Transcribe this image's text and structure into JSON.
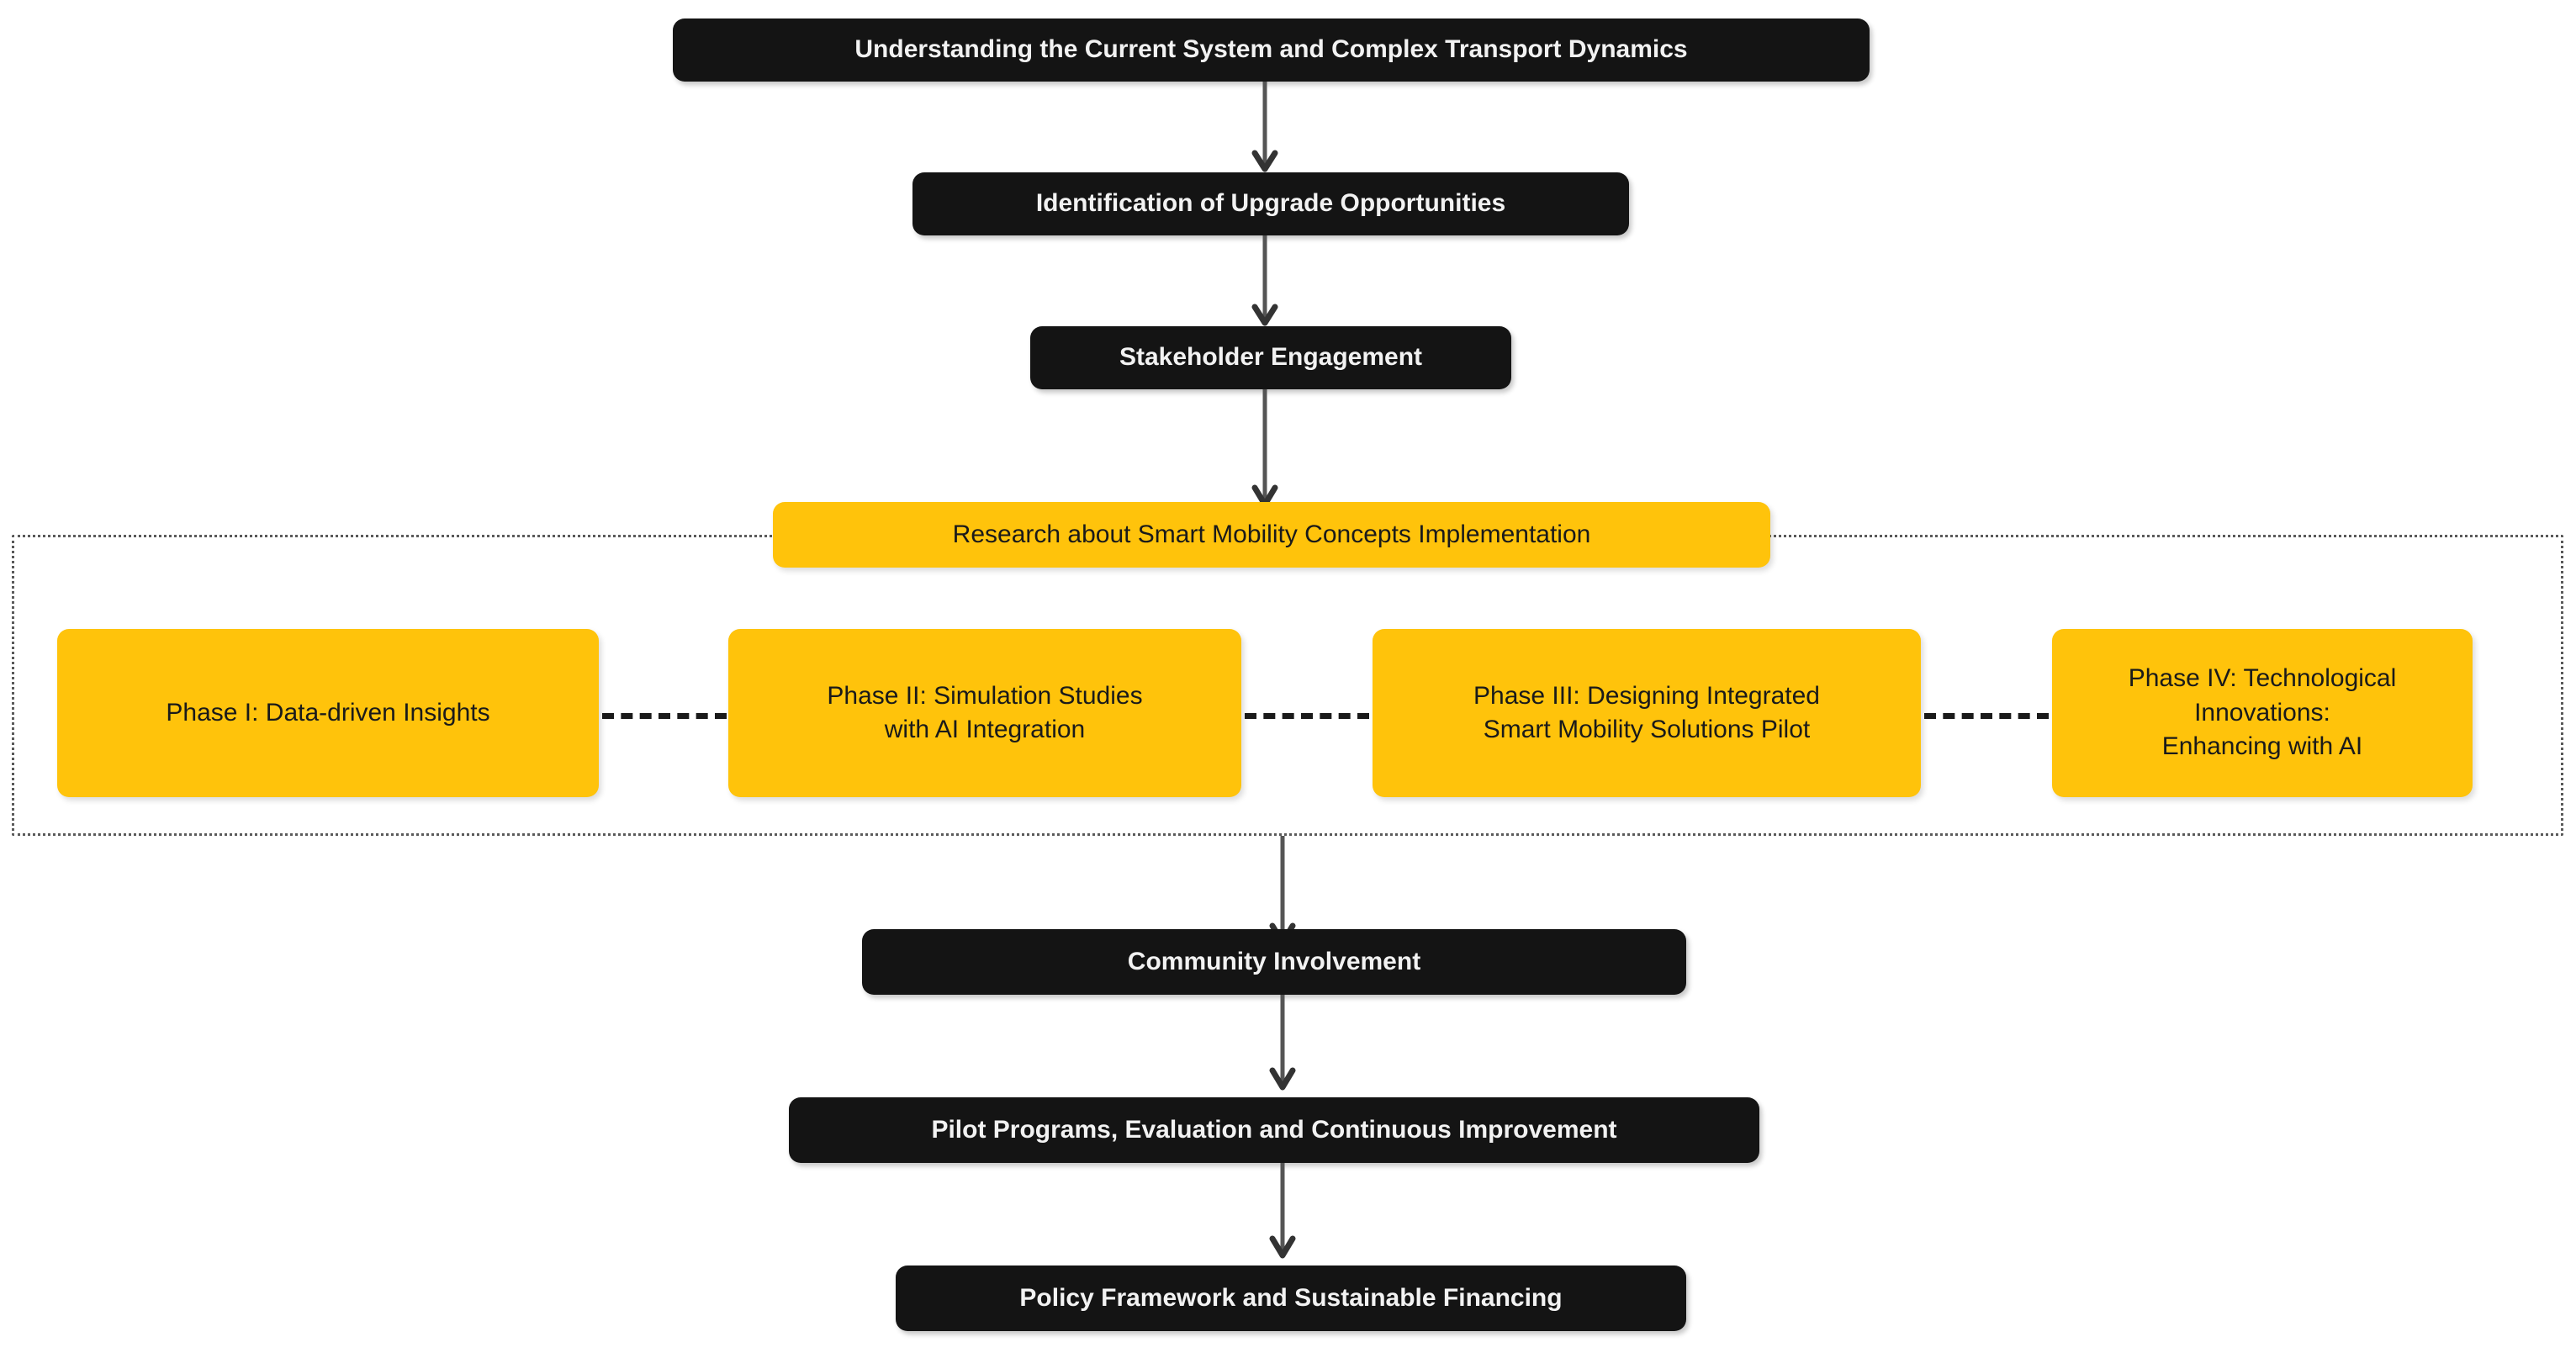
{
  "diagram": {
    "title": "Smart Mobility Implementation Roadmap Flowchart",
    "colors": {
      "dark_node": "#141414",
      "dark_node_text": "#f2f2f2",
      "accent_node": "#FFC30B",
      "accent_node_text": "#1a1a1a",
      "connector": "#555555",
      "dashed_link": "#1a1a1a",
      "container_border": "#5a5a5a",
      "background": "#ffffff"
    },
    "nodes": [
      {
        "id": "understanding",
        "label": "Understanding the Current System and Complex Transport Dynamics",
        "style": "dark"
      },
      {
        "id": "identification",
        "label": "Identification of Upgrade Opportunities",
        "style": "dark"
      },
      {
        "id": "stakeholder",
        "label": "Stakeholder Engagement",
        "style": "dark"
      },
      {
        "id": "research",
        "label": "Research about Smart Mobility Concepts Implementation",
        "style": "accent"
      },
      {
        "id": "phase1",
        "label": "Phase I: Data-driven Insights",
        "style": "accent"
      },
      {
        "id": "phase2",
        "label": "Phase II: Simulation Studies\nwith AI Integration",
        "style": "accent"
      },
      {
        "id": "phase3",
        "label": "Phase III: Designing Integrated\nSmart Mobility Solutions Pilot",
        "style": "accent"
      },
      {
        "id": "phase4",
        "label": "Phase IV: Technological\nInnovations:\nEnhancing with AI",
        "style": "accent"
      },
      {
        "id": "community",
        "label": "Community Involvement",
        "style": "dark"
      },
      {
        "id": "pilot",
        "label": "Pilot Programs, Evaluation and Continuous Improvement",
        "style": "dark"
      },
      {
        "id": "policy",
        "label": "Policy Framework and Sustainable Financing",
        "style": "dark"
      }
    ],
    "edges": [
      {
        "from": "understanding",
        "to": "identification",
        "kind": "arrow"
      },
      {
        "from": "identification",
        "to": "stakeholder",
        "kind": "arrow"
      },
      {
        "from": "stakeholder",
        "to": "research",
        "kind": "arrow"
      },
      {
        "from": "phase1",
        "to": "phase2",
        "kind": "dashed"
      },
      {
        "from": "phase2",
        "to": "phase3",
        "kind": "dashed"
      },
      {
        "from": "phase3",
        "to": "phase4",
        "kind": "dashed"
      },
      {
        "from": "phase-group",
        "to": "community",
        "kind": "arrow"
      },
      {
        "from": "community",
        "to": "pilot",
        "kind": "arrow"
      },
      {
        "from": "pilot",
        "to": "policy",
        "kind": "arrow"
      }
    ]
  }
}
